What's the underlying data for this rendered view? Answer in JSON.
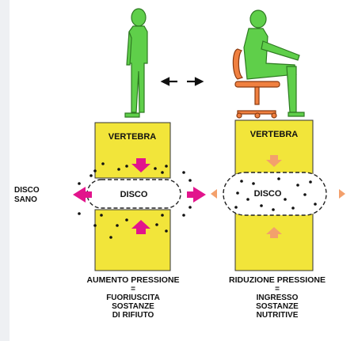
{
  "colors": {
    "vertebra": "#f2e53a",
    "figure": "#5fcf4a",
    "arrow_magenta": "#e2148c",
    "arrow_orange": "#f3a06c",
    "chair": "#f08040",
    "ink": "#111111"
  },
  "left": {
    "vertebra_top": "VERTEBRA",
    "disc": "DISCO",
    "side_label_1": "DISCO",
    "side_label_2": "SANO",
    "caption_title": "AUMENTO PRESSIONE",
    "caption_eq": "=",
    "caption_1": "FUORIUSCITA",
    "caption_2": "SOSTANZE",
    "caption_3": "DI RIFIUTO"
  },
  "right": {
    "vertebra_top": "VERTEBRA",
    "disc": "DISCO",
    "caption_title": "RIDUZIONE PRESSIONE",
    "caption_eq": "=",
    "caption_1": "INGRESSO",
    "caption_2": "SOSTANZE",
    "caption_3": "NUTRITIVE"
  },
  "icons": {
    "standing": "standing-person-icon",
    "sitting": "sitting-person-icon",
    "exchange": "double-arrow-icon"
  }
}
